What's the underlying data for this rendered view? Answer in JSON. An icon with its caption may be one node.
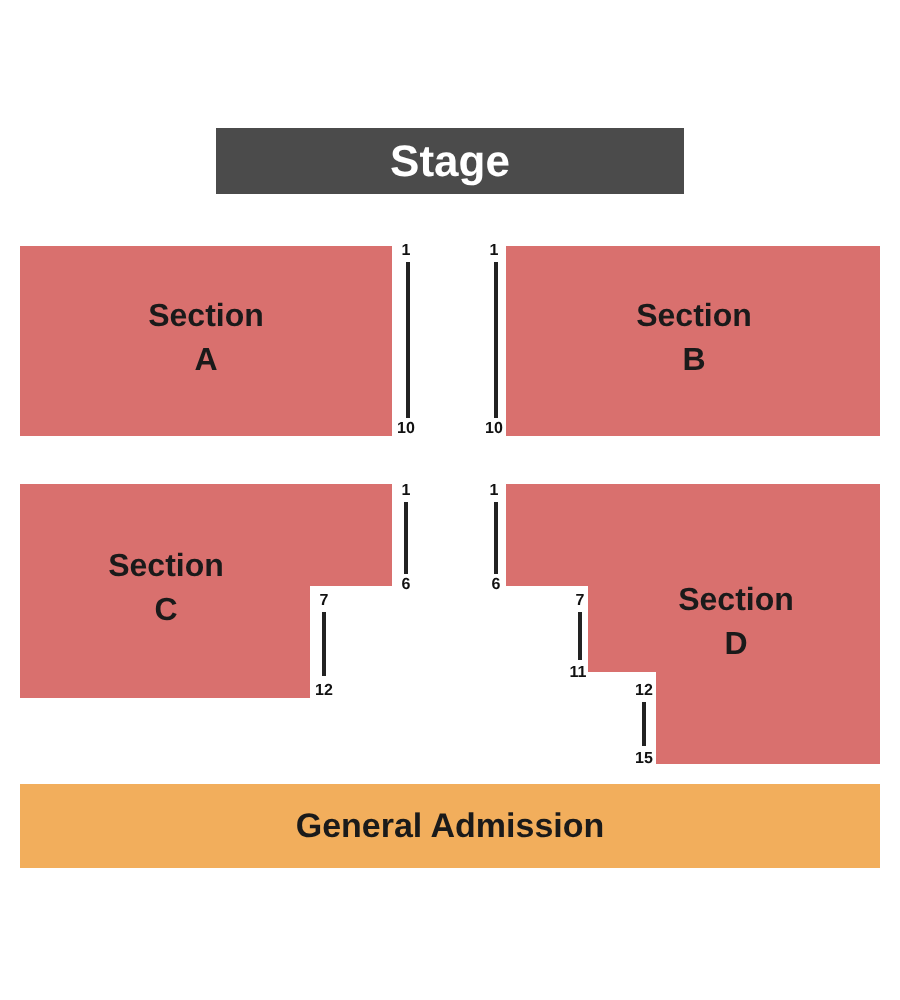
{
  "diagram": {
    "nodes": [
      {
        "text": [
          "Stage"
        ]
      },
      {
        "text": [
          "Section A"
        ],
        "beside": [
          "1",
          "10"
        ]
      },
      {
        "text": [
          "Section B"
        ],
        "beside": [
          "1",
          "10"
        ]
      },
      {
        "text": [
          "Section C"
        ],
        "beside": [
          "1",
          "6",
          "7",
          "12"
        ]
      },
      {
        "text": [
          "Section D"
        ],
        "beside": [
          "1",
          "6",
          "7",
          "11",
          "12",
          "15"
        ]
      },
      {
        "text": [
          "General Admission"
        ]
      }
    ]
  }
}
